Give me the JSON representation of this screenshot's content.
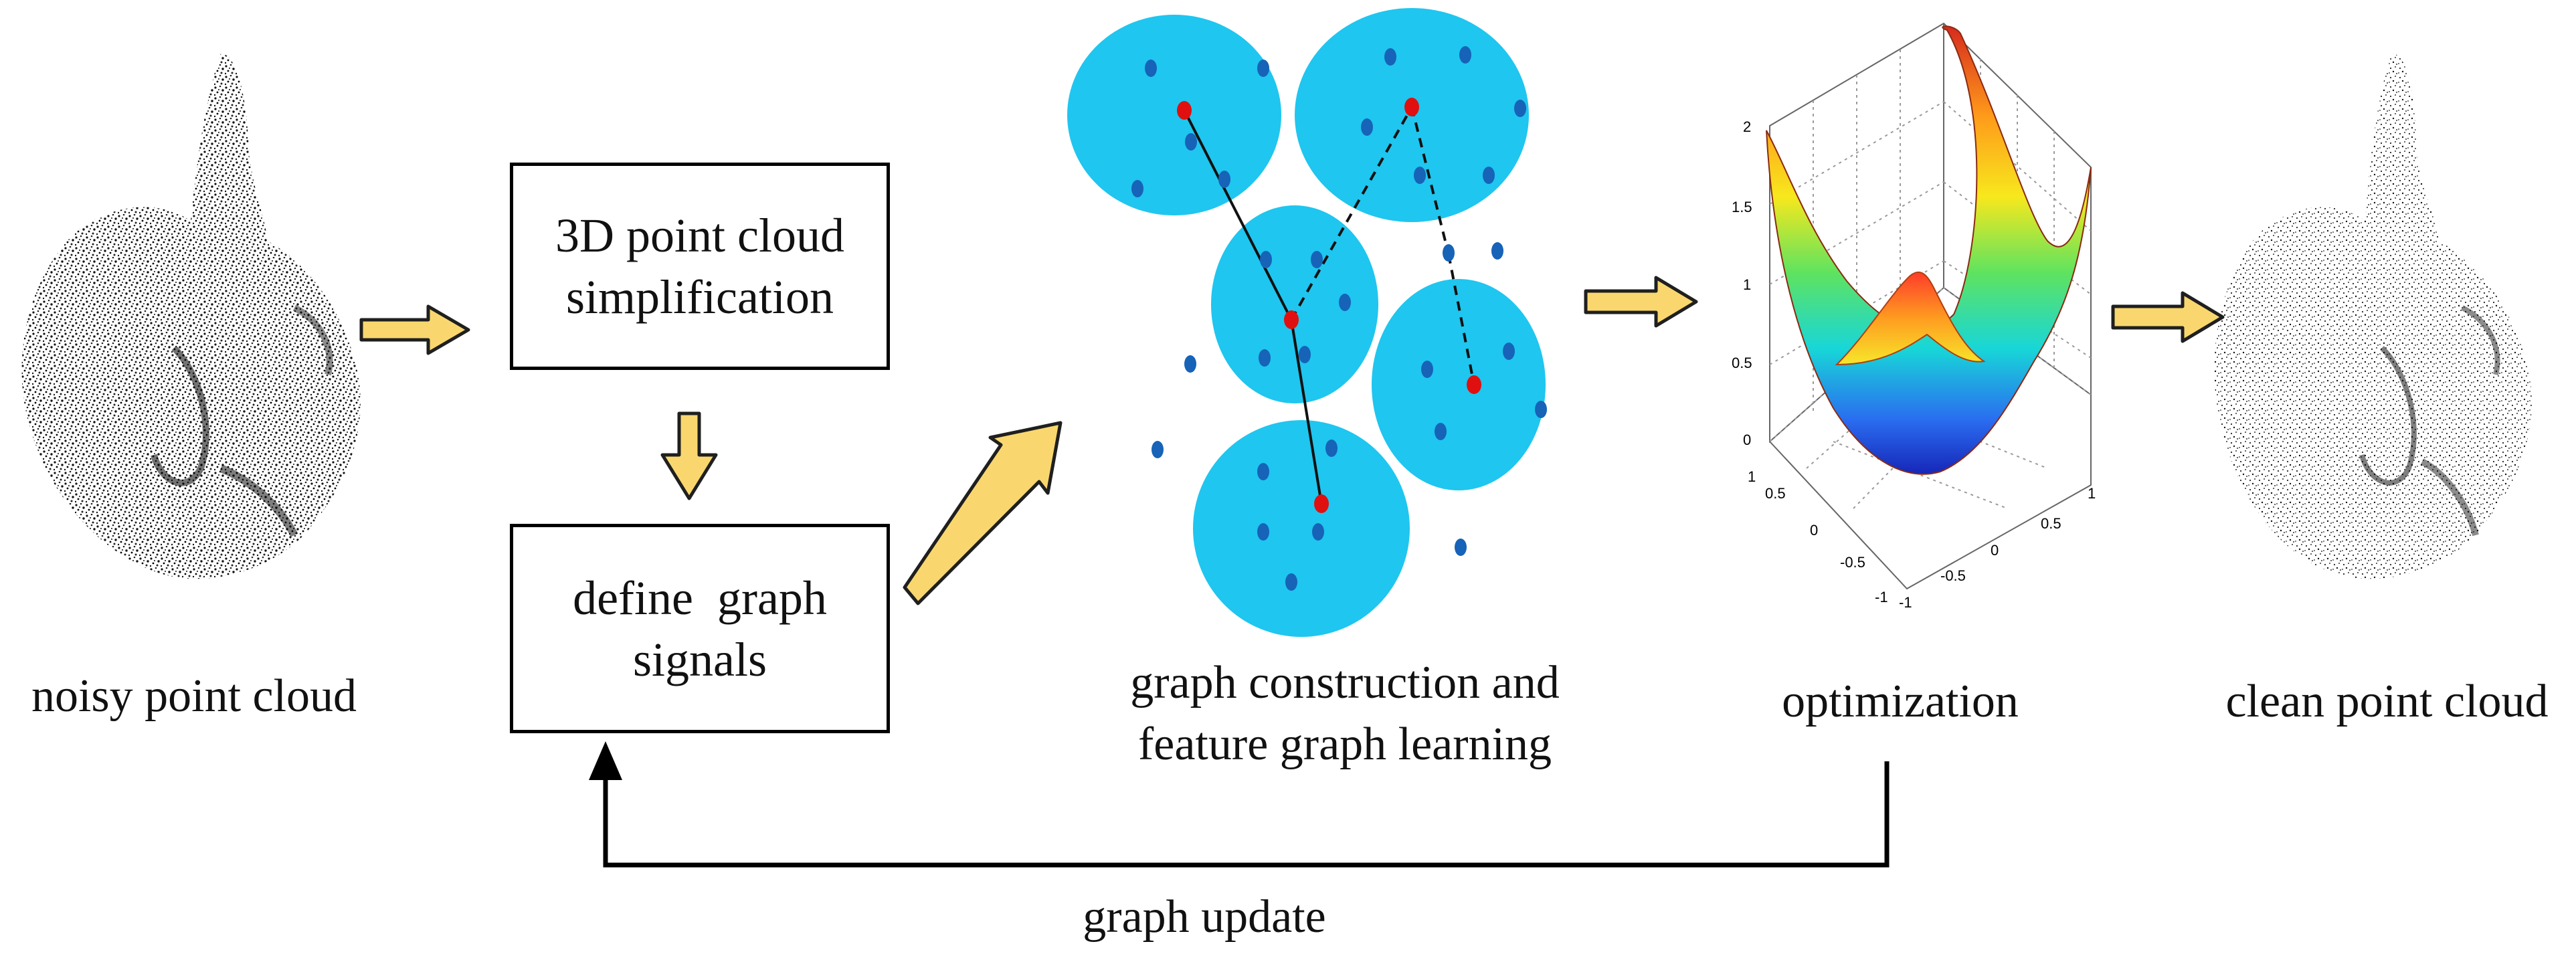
{
  "captions": {
    "noisy": "noisy point cloud",
    "graph_learning_line1": "graph construction and",
    "graph_learning_line2": "feature graph learning",
    "optimization": "optimization",
    "clean": "clean point cloud",
    "graph_update": "graph update"
  },
  "boxes": {
    "simplification_line1": "3D point cloud",
    "simplification_line2": "simplification",
    "signals_line1": "define  graph",
    "signals_line2": "signals"
  },
  "plot_ticks": {
    "z": [
      "2",
      "1.5",
      "1",
      "0.5",
      "0"
    ],
    "x": [
      "1",
      "0.5",
      "0",
      "-0.5",
      "-1"
    ],
    "y": [
      "1",
      "0.5",
      "0",
      "-0.5",
      "-1"
    ]
  },
  "colors": {
    "flow_arrow_fill": "#f9d76e",
    "flow_arrow_stroke": "#1f1f1f",
    "cluster_fill": "#1fc6ef",
    "node_blue": "#1663b8",
    "node_red": "#e01010",
    "feedback_line": "#000000"
  },
  "icons": [
    "noisy-head-point-cloud-icon",
    "clean-head-point-cloud-icon",
    "surface-plot-icon"
  ]
}
